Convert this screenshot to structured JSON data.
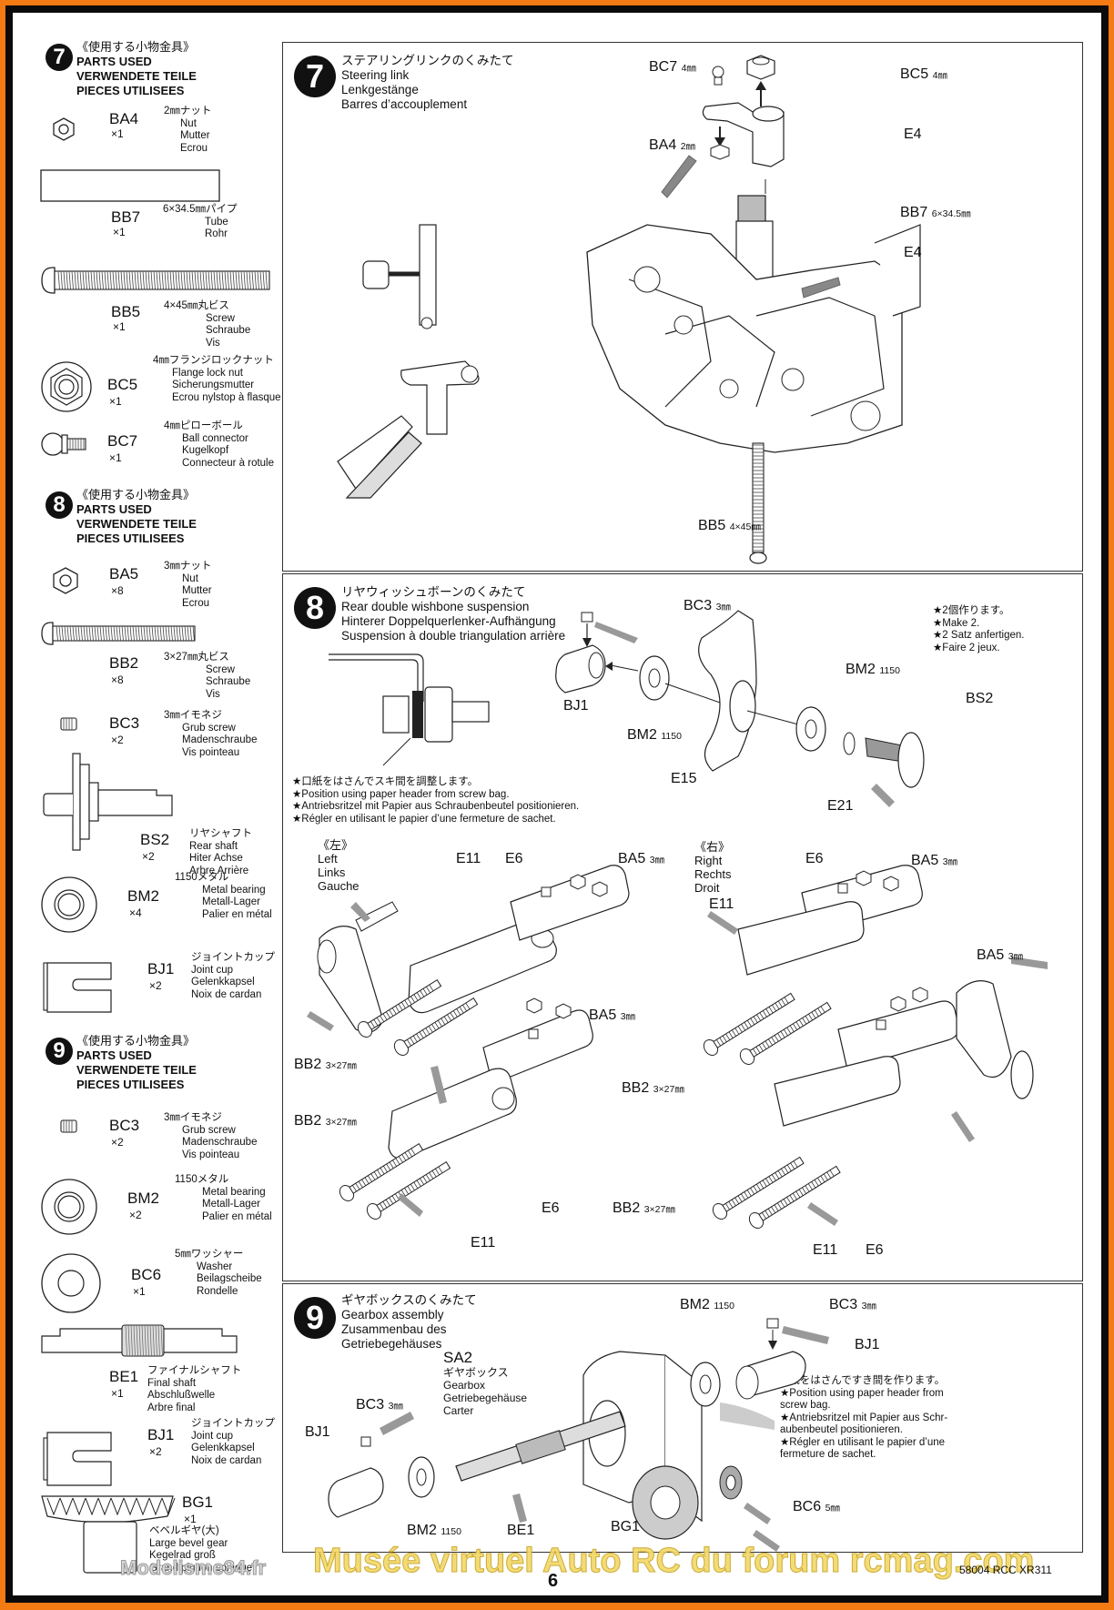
{
  "parts_used": [
    {
      "step": "7",
      "header": [
        "《使用する小物金具》",
        "PARTS USED",
        "VERWENDETE TEILE",
        "PIECES UTILISEES"
      ],
      "items": [
        {
          "code": "BA4",
          "qty": "×1",
          "desc": [
            "2㎜ナット",
            "Nut",
            "Mutter",
            "Ecrou"
          ],
          "icon": "hex-nut-icon"
        },
        {
          "code": "BB7",
          "qty": "×1",
          "desc": [
            "6×34.5㎜パイプ",
            "Tube",
            "Rohr"
          ],
          "icon": "tube-icon"
        },
        {
          "code": "BB5",
          "qty": "×1",
          "desc": [
            "4×45㎜丸ビス",
            "Screw",
            "Schraube",
            "Vis"
          ],
          "icon": "long-screw-icon"
        },
        {
          "code": "BC5",
          "qty": "×1",
          "desc": [
            "4㎜フランジロックナット",
            "Flange lock nut",
            "Sicherungsmutter",
            "Ecrou nylstop à flasque"
          ],
          "icon": "flange-nut-icon"
        },
        {
          "code": "BC7",
          "qty": "×1",
          "desc": [
            "4㎜ピローボール",
            "Ball connector",
            "Kugelkopf",
            "Connecteur à rotule"
          ],
          "icon": "ball-connector-icon"
        }
      ]
    },
    {
      "step": "8",
      "header": [
        "《使用する小物金具》",
        "PARTS USED",
        "VERWENDETE TEILE",
        "PIECES UTILISEES"
      ],
      "items": [
        {
          "code": "BA5",
          "qty": "×8",
          "desc": [
            "3㎜ナット",
            "Nut",
            "Mutter",
            "Ecrou"
          ],
          "icon": "hex-nut-icon"
        },
        {
          "code": "BB2",
          "qty": "×8",
          "desc": [
            "3×27㎜丸ビス",
            "Screw",
            "Schraube",
            "Vis"
          ],
          "icon": "screw-icon"
        },
        {
          "code": "BC3",
          "qty": "×2",
          "desc": [
            "3㎜イモネジ",
            "Grub screw",
            "Madenschraube",
            "Vis pointeau"
          ],
          "icon": "grub-screw-icon"
        },
        {
          "code": "BS2",
          "qty": "×2",
          "desc": [
            "リヤシャフト",
            "Rear shaft",
            "Hiter Achse",
            "Arbre Arrière"
          ],
          "icon": "rear-shaft-icon"
        },
        {
          "code": "BM2",
          "qty": "×4",
          "desc": [
            "1150メタル",
            "Metal bearing",
            "Metall-Lager",
            "Palier en métal"
          ],
          "icon": "metal-bearing-icon"
        },
        {
          "code": "BJ1",
          "qty": "×2",
          "desc": [
            "ジョイントカップ",
            "Joint cup",
            "Gelenkkapsel",
            "Noix de cardan"
          ],
          "icon": "joint-cup-icon"
        }
      ]
    },
    {
      "step": "9",
      "header": [
        "《使用する小物金具》",
        "PARTS USED",
        "VERWENDETE TEILE",
        "PIECES UTILISEES"
      ],
      "items": [
        {
          "code": "BC3",
          "qty": "×2",
          "desc": [
            "3㎜イモネジ",
            "Grub screw",
            "Madenschraube",
            "Vis pointeau"
          ],
          "icon": "grub-screw-icon"
        },
        {
          "code": "BM2",
          "qty": "×2",
          "desc": [
            "1150メタル",
            "Metal bearing",
            "Metall-Lager",
            "Palier en métal"
          ],
          "icon": "metal-bearing-icon"
        },
        {
          "code": "BC6",
          "qty": "×1",
          "desc": [
            "5㎜ワッシャー",
            "Washer",
            "Beilagscheibe",
            "Rondelle"
          ],
          "icon": "washer-icon"
        },
        {
          "code": "BE1",
          "qty": "×1",
          "desc": [
            "ファイナルシャフト",
            "Final shaft",
            "Abschlußwelle",
            "Arbre final"
          ],
          "icon": "final-shaft-icon"
        },
        {
          "code": "BJ1",
          "qty": "×2",
          "desc": [
            "ジョイントカップ",
            "Joint cup",
            "Gelenkkapsel",
            "Noix de cardan"
          ],
          "icon": "joint-cup-icon"
        },
        {
          "code": "BG1",
          "qty": "×1",
          "desc": [
            "ベベルギヤ(大)",
            "Large bevel gear",
            "Kegelrad groß",
            "Grand pignon conique"
          ],
          "icon": "bevel-gear-icon"
        }
      ]
    }
  ],
  "steps": {
    "s7": {
      "number": "7",
      "title": [
        "ステアリングリンクのくみたて",
        "Steering link",
        "Lenkgestänge",
        "Barres d’accouplement"
      ],
      "labels": {
        "bc7": {
          "code": "BC7",
          "size": "4㎜"
        },
        "bc5": {
          "code": "BC5",
          "size": "4㎜"
        },
        "e4a": {
          "code": "E4"
        },
        "ba4": {
          "code": "BA4",
          "size": "2㎜"
        },
        "bb7": {
          "code": "BB7",
          "size": "6×34.5㎜"
        },
        "e4b": {
          "code": "E4"
        },
        "bb5": {
          "code": "BB5",
          "size": "4×45㎜"
        }
      }
    },
    "s8": {
      "number": "8",
      "title": [
        "リヤウィッシュボーンのくみたて",
        "Rear double wishbone suspension",
        "Hinterer Doppelquerlenker-Aufhängung",
        "Suspension à double triangulation arrière"
      ],
      "paper_note": [
        "★口紙をはさんでスキ間を調整します。",
        "★Position using paper header from screw bag.",
        "★Antriebsritzel mit Papier aus Schraubenbeutel positionieren.",
        "★Régler en utilisant le papier d’une fermeture de sachet."
      ],
      "make_note": [
        "★2個作ります。",
        "★Make 2.",
        "★2 Satz anfertigen.",
        "★Faire 2 jeux."
      ],
      "left_label": [
        "《左》",
        "Left",
        "Links",
        "Gauche"
      ],
      "right_label": [
        "《右》",
        "Right",
        "Rechts",
        "Droit"
      ],
      "labels": {
        "bc3": {
          "code": "BC3",
          "size": "3㎜"
        },
        "bj1": {
          "code": "BJ1"
        },
        "bm2a": {
          "code": "BM2",
          "size": "1150"
        },
        "bm2b": {
          "code": "BM2",
          "size": "1150"
        },
        "bs2": {
          "code": "BS2"
        },
        "e15": {
          "code": "E15"
        },
        "e21": {
          "code": "E21"
        },
        "l_e11": {
          "code": "E11"
        },
        "l_e6": {
          "code": "E6"
        },
        "l_ba5a": {
          "code": "BA5",
          "size": "3㎜"
        },
        "l_ba5b": {
          "code": "BA5",
          "size": "3㎜"
        },
        "l_bb2a": {
          "code": "BB2",
          "size": "3×27㎜"
        },
        "l_bb2b": {
          "code": "BB2",
          "size": "3×27㎜"
        },
        "l_e6b": {
          "code": "E6"
        },
        "l_e11b": {
          "code": "E11"
        },
        "r_e6": {
          "code": "E6"
        },
        "r_ba5a": {
          "code": "BA5",
          "size": "3㎜"
        },
        "r_e11": {
          "code": "E11"
        },
        "r_ba5b": {
          "code": "BA5",
          "size": "3㎜"
        },
        "r_bb2a": {
          "code": "BB2",
          "size": "3×27㎜"
        },
        "r_bb2b": {
          "code": "BB2",
          "size": "3×27㎜"
        },
        "r_e11b": {
          "code": "E11"
        },
        "r_e6b": {
          "code": "E6"
        }
      }
    },
    "s9": {
      "number": "9",
      "title": [
        "ギヤボックスのくみたて",
        "Gearbox assembly",
        "Zusammenbau des",
        "Getriebegehäuses"
      ],
      "sa2": [
        "SA2",
        "ギヤボックス",
        "Gearbox",
        "Getriebegehäuse",
        "Carter"
      ],
      "paper_note": [
        "★紙をはさんですき間を作ります。",
        "★Position using paper header from",
        "screw bag.",
        "★Antriebsritzel mit Papier aus Schr-",
        "aubenbeutel positionieren.",
        "★Régler en utilisant le papier d’une",
        "fermeture de sachet."
      ],
      "labels": {
        "bm2a": {
          "code": "BM2",
          "size": "1150"
        },
        "bc3a": {
          "code": "BC3",
          "size": "3㎜"
        },
        "bj1a": {
          "code": "BJ1"
        },
        "bc3b": {
          "code": "BC3",
          "size": "3㎜"
        },
        "bj1b": {
          "code": "BJ1"
        },
        "bc6": {
          "code": "BC6",
          "size": "5㎜"
        },
        "bm2b": {
          "code": "BM2",
          "size": "1150"
        },
        "be1": {
          "code": "BE1"
        },
        "bg1": {
          "code": "BG1"
        }
      }
    }
  },
  "footer": {
    "page_number": "6",
    "product_code": "58004 RCC XR311",
    "watermark_main": "Musée virtuel Auto RC du forum rcmag.com",
    "watermark_site": "Modelisme34.fr"
  },
  "colors": {
    "outer_border": "#f47a14",
    "inner_border": "#0b0b0b",
    "ink": "#111111",
    "watermark": "#f2d86b"
  }
}
